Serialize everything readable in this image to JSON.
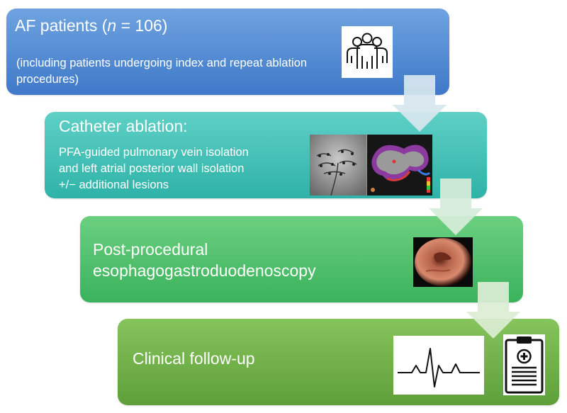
{
  "step1": {
    "title_prefix": "AF patients (",
    "title_n": "n",
    "title_suffix": " = 106)",
    "subtitle": "(including patients undergoing index and repeat ablation procedures)",
    "icon": "group-of-people-icon"
  },
  "step2": {
    "title": "Catheter ablation:",
    "lines": [
      "PFA-guided pulmonary vein isolation",
      "and left atrial posterior wall isolation",
      "+/− additional lesions"
    ],
    "images": [
      "fluoroscopy-image",
      "electroanatomic-map-image"
    ]
  },
  "step3": {
    "title_line1": "Post-procedural",
    "title_line2": "esophagogastroduodenoscopy",
    "image": "endoscopy-image"
  },
  "step4": {
    "title": "Clinical follow-up",
    "icons": [
      "ecg-trace-icon",
      "medical-clipboard-icon"
    ]
  },
  "colors": {
    "step1": "#4a86d4",
    "step2": "#3dbdb3",
    "step3": "#4cbf69",
    "step4": "#6fb048",
    "arrow": "#d6e6f0"
  }
}
